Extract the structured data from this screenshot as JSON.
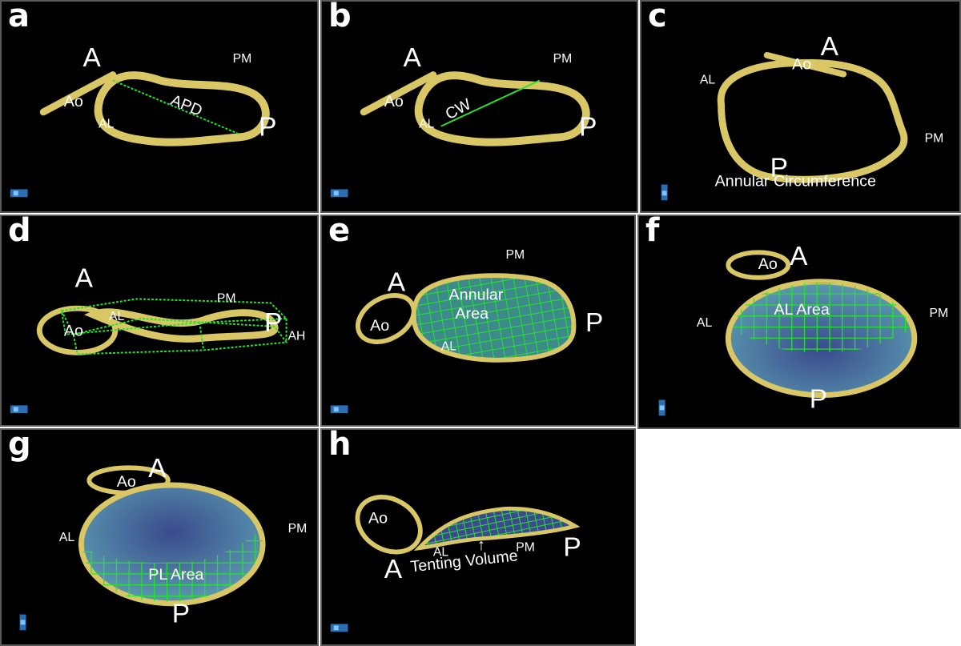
{
  "colors": {
    "ring": "#d9c765",
    "ringEdge": "#8e7e2c",
    "mesh": "#27e32c",
    "tick": "#2fb84a",
    "leaflet": "#3a4a8c"
  },
  "panels": [
    {
      "letter": "a",
      "labels": {
        "A": "A",
        "PM": "PM",
        "Ao": "Ao",
        "AL": "AL",
        "P": "P",
        "measure": "APD"
      }
    },
    {
      "letter": "b",
      "labels": {
        "A": "A",
        "PM": "PM",
        "Ao": "Ao",
        "AL": "AL",
        "P": "P",
        "measure": "CW"
      }
    },
    {
      "letter": "c",
      "labels": {
        "A": "A",
        "Ao": "Ao",
        "AL": "AL",
        "PM": "PM",
        "P": "P",
        "measure": "Annular Circumference"
      }
    },
    {
      "letter": "d",
      "labels": {
        "A": "A",
        "PM": "PM",
        "AL": "AL",
        "Ao": "Ao",
        "P": "P",
        "AH": "AH"
      }
    },
    {
      "letter": "e",
      "labels": {
        "A": "A",
        "PM": "PM",
        "Ao": "Ao",
        "P": "P",
        "AL": "AL",
        "measure1": "Annular",
        "measure2": "Area"
      }
    },
    {
      "letter": "f",
      "labels": {
        "Ao": "Ao",
        "A": "A",
        "AL": "AL",
        "PM": "PM",
        "P": "P",
        "measure": "AL Area"
      }
    },
    {
      "letter": "g",
      "labels": {
        "Ao": "Ao",
        "A": "A",
        "AL": "AL",
        "PM": "PM",
        "P": "P",
        "measure": "PL Area"
      }
    },
    {
      "letter": "h",
      "labels": {
        "Ao": "Ao",
        "AL": "AL",
        "PM": "PM",
        "P": "P",
        "A": "A",
        "measure": "Tenting Volume",
        "arrow": "↑"
      }
    }
  ]
}
